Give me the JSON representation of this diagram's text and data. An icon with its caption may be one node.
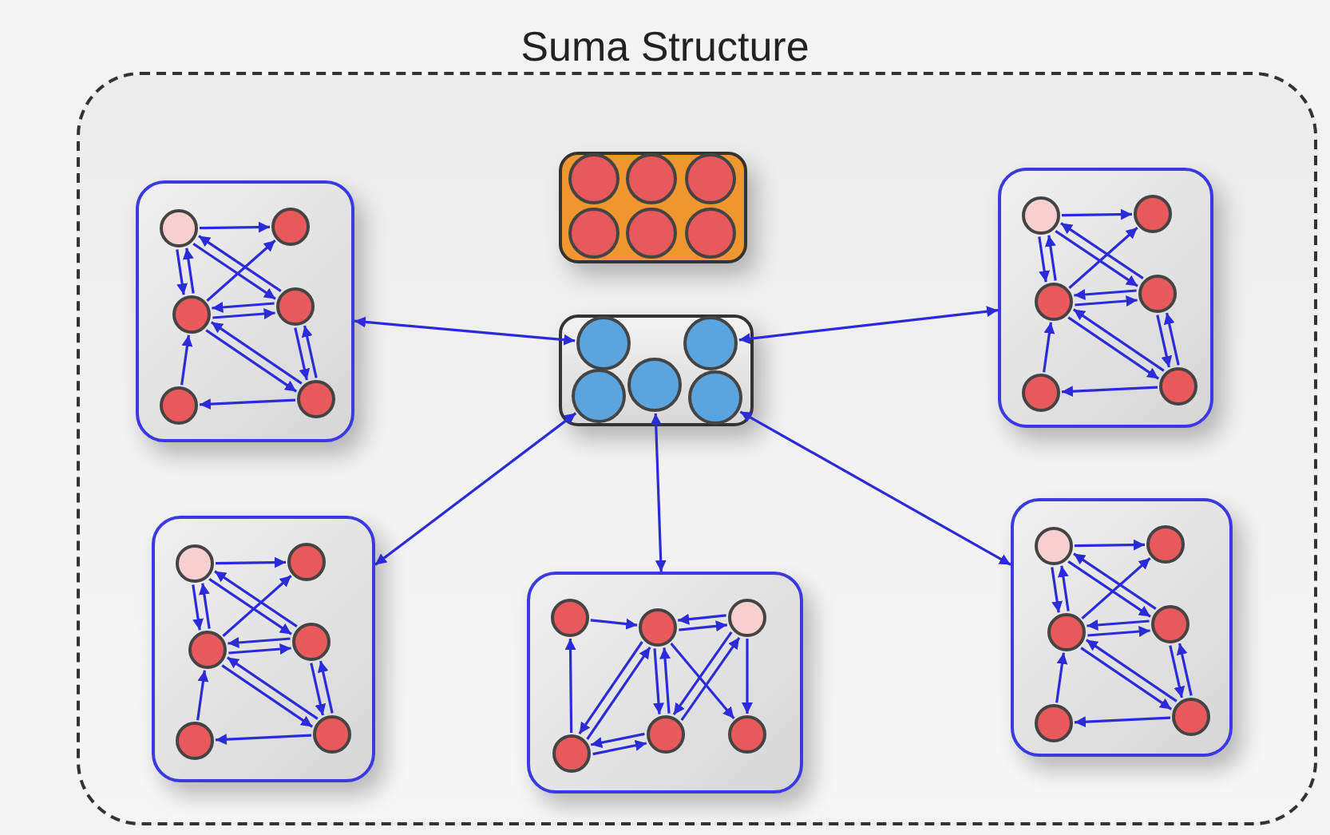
{
  "diagram": {
    "title": "Suma Structure",
    "nodes": [
      {
        "text": [],
        "shape": "box"
      },
      {
        "text": [],
        "shape": "box",
        "in": 0
      },
      {
        "text": [],
        "shape": "circle",
        "in": 1
      },
      {
        "text": [],
        "shape": "circle",
        "in": 1
      },
      {
        "text": [],
        "shape": "circle",
        "in": 1
      },
      {
        "text": [],
        "shape": "circle",
        "in": 1
      },
      {
        "text": [],
        "shape": "circle",
        "in": 1
      },
      {
        "text": [],
        "shape": "circle",
        "in": 1
      },
      {
        "text": [],
        "shape": "box",
        "in": 0
      },
      {
        "text": [],
        "shape": "circle",
        "in": 8
      },
      {
        "text": [],
        "shape": "circle",
        "in": 8
      },
      {
        "text": [],
        "shape": "circle",
        "in": 8
      },
      {
        "text": [],
        "shape": "circle",
        "in": 8
      },
      {
        "text": [],
        "shape": "circle",
        "in": 8
      },
      {
        "text": [],
        "shape": "box",
        "in": 0
      },
      {
        "text": [],
        "shape": "circle",
        "in": 14
      },
      {
        "text": [],
        "shape": "circle",
        "in": 14
      },
      {
        "text": [],
        "shape": "circle",
        "in": 14
      },
      {
        "text": [],
        "shape": "circle",
        "in": 14
      },
      {
        "text": [],
        "shape": "circle",
        "in": 14
      },
      {
        "text": [],
        "shape": "circle",
        "in": 14
      },
      {
        "text": [],
        "shape": "box",
        "in": 0
      },
      {
        "text": [],
        "shape": "circle",
        "in": 21
      },
      {
        "text": [],
        "shape": "circle",
        "in": 21
      },
      {
        "text": [],
        "shape": "circle",
        "in": 21
      },
      {
        "text": [],
        "shape": "circle",
        "in": 21
      },
      {
        "text": [],
        "shape": "circle",
        "in": 21
      },
      {
        "text": [],
        "shape": "circle",
        "in": 21
      },
      {
        "text": [],
        "shape": "box",
        "in": 0
      },
      {
        "text": [],
        "shape": "circle",
        "in": 28
      },
      {
        "text": [],
        "shape": "circle",
        "in": 28
      },
      {
        "text": [],
        "shape": "circle",
        "in": 28
      },
      {
        "text": [],
        "shape": "circle",
        "in": 28
      },
      {
        "text": [],
        "shape": "circle",
        "in": 28
      },
      {
        "text": [],
        "shape": "circle",
        "in": 28
      },
      {
        "text": [],
        "shape": "box",
        "in": 0
      },
      {
        "text": [],
        "shape": "circle",
        "in": 35
      },
      {
        "text": [],
        "shape": "circle",
        "in": 35
      },
      {
        "text": [],
        "shape": "circle",
        "in": 35
      },
      {
        "text": [],
        "shape": "circle",
        "in": 35
      },
      {
        "text": [],
        "shape": "circle",
        "in": 35
      },
      {
        "text": [],
        "shape": "circle",
        "in": 35
      },
      {
        "text": [],
        "shape": "box",
        "in": 0
      },
      {
        "text": [],
        "shape": "circle",
        "in": 42
      },
      {
        "text": [],
        "shape": "circle",
        "in": 42
      },
      {
        "text": [],
        "shape": "circle",
        "in": 42
      },
      {
        "text": [],
        "shape": "circle",
        "in": 42
      },
      {
        "text": [],
        "shape": "circle",
        "in": 42
      },
      {
        "text": [],
        "shape": "circle",
        "in": 42
      }
    ],
    "edges": [
      {
        "from": 14,
        "to": 9,
        "arrow": "both"
      },
      {
        "from": 21,
        "to": 10,
        "arrow": "both"
      },
      {
        "from": 28,
        "to": 11,
        "arrow": "both"
      },
      {
        "from": 35,
        "to": 12,
        "arrow": "both"
      },
      {
        "from": 42,
        "to": 13,
        "arrow": "both"
      },
      {
        "from": 15,
        "to": 16,
        "arrow": "to"
      },
      {
        "from": 15,
        "to": 17,
        "arrow": "to"
      },
      {
        "from": 17,
        "to": 15,
        "arrow": "to"
      },
      {
        "from": 15,
        "to": 18,
        "arrow": "to"
      },
      {
        "from": 18,
        "to": 15,
        "arrow": "to"
      },
      {
        "from": 17,
        "to": 16,
        "arrow": "to"
      },
      {
        "from": 18,
        "to": 17,
        "arrow": "to"
      },
      {
        "from": 17,
        "to": 18,
        "arrow": "to"
      },
      {
        "from": 18,
        "to": 20,
        "arrow": "to"
      },
      {
        "from": 20,
        "to": 18,
        "arrow": "to"
      },
      {
        "from": 17,
        "to": 20,
        "arrow": "to"
      },
      {
        "from": 20,
        "to": 17,
        "arrow": "to"
      },
      {
        "from": 20,
        "to": 19,
        "arrow": "to"
      },
      {
        "from": 19,
        "to": 17,
        "arrow": "to"
      },
      {
        "from": 22,
        "to": 23,
        "arrow": "to"
      },
      {
        "from": 22,
        "to": 24,
        "arrow": "to"
      },
      {
        "from": 24,
        "to": 22,
        "arrow": "to"
      },
      {
        "from": 22,
        "to": 25,
        "arrow": "to"
      },
      {
        "from": 25,
        "to": 22,
        "arrow": "to"
      },
      {
        "from": 24,
        "to": 23,
        "arrow": "to"
      },
      {
        "from": 25,
        "to": 24,
        "arrow": "to"
      },
      {
        "from": 24,
        "to": 25,
        "arrow": "to"
      },
      {
        "from": 25,
        "to": 27,
        "arrow": "to"
      },
      {
        "from": 27,
        "to": 25,
        "arrow": "to"
      },
      {
        "from": 24,
        "to": 27,
        "arrow": "to"
      },
      {
        "from": 27,
        "to": 24,
        "arrow": "to"
      },
      {
        "from": 27,
        "to": 26,
        "arrow": "to"
      },
      {
        "from": 26,
        "to": 24,
        "arrow": "to"
      },
      {
        "from": 29,
        "to": 30,
        "arrow": "to"
      },
      {
        "from": 29,
        "to": 31,
        "arrow": "to"
      },
      {
        "from": 31,
        "to": 29,
        "arrow": "to"
      },
      {
        "from": 29,
        "to": 32,
        "arrow": "to"
      },
      {
        "from": 32,
        "to": 29,
        "arrow": "to"
      },
      {
        "from": 31,
        "to": 30,
        "arrow": "to"
      },
      {
        "from": 32,
        "to": 31,
        "arrow": "to"
      },
      {
        "from": 31,
        "to": 32,
        "arrow": "to"
      },
      {
        "from": 32,
        "to": 34,
        "arrow": "to"
      },
      {
        "from": 34,
        "to": 32,
        "arrow": "to"
      },
      {
        "from": 31,
        "to": 34,
        "arrow": "to"
      },
      {
        "from": 34,
        "to": 31,
        "arrow": "to"
      },
      {
        "from": 34,
        "to": 33,
        "arrow": "to"
      },
      {
        "from": 33,
        "to": 31,
        "arrow": "to"
      },
      {
        "from": 36,
        "to": 37,
        "arrow": "to"
      },
      {
        "from": 39,
        "to": 36,
        "arrow": "to"
      },
      {
        "from": 38,
        "to": 37,
        "arrow": "to"
      },
      {
        "from": 37,
        "to": 38,
        "arrow": "to"
      },
      {
        "from": 39,
        "to": 37,
        "arrow": "to"
      },
      {
        "from": 37,
        "to": 39,
        "arrow": "to"
      },
      {
        "from": 37,
        "to": 40,
        "arrow": "to"
      },
      {
        "from": 40,
        "to": 37,
        "arrow": "to"
      },
      {
        "from": 37,
        "to": 41,
        "arrow": "to"
      },
      {
        "from": 38,
        "to": 40,
        "arrow": "to"
      },
      {
        "from": 40,
        "to": 38,
        "arrow": "to"
      },
      {
        "from": 38,
        "to": 41,
        "arrow": "to"
      },
      {
        "from": 40,
        "to": 39,
        "arrow": "to"
      },
      {
        "from": 39,
        "to": 40,
        "arrow": "to"
      },
      {
        "from": 43,
        "to": 44,
        "arrow": "to"
      },
      {
        "from": 43,
        "to": 45,
        "arrow": "to"
      },
      {
        "from": 45,
        "to": 43,
        "arrow": "to"
      },
      {
        "from": 43,
        "to": 46,
        "arrow": "to"
      },
      {
        "from": 46,
        "to": 43,
        "arrow": "to"
      },
      {
        "from": 45,
        "to": 44,
        "arrow": "to"
      },
      {
        "from": 46,
        "to": 45,
        "arrow": "to"
      },
      {
        "from": 45,
        "to": 46,
        "arrow": "to"
      },
      {
        "from": 46,
        "to": 48,
        "arrow": "to"
      },
      {
        "from": 48,
        "to": 46,
        "arrow": "to"
      },
      {
        "from": 45,
        "to": 48,
        "arrow": "to"
      },
      {
        "from": 48,
        "to": 45,
        "arrow": "to"
      },
      {
        "from": 48,
        "to": 47,
        "arrow": "to"
      },
      {
        "from": 47,
        "to": 45,
        "arrow": "to"
      }
    ]
  }
}
